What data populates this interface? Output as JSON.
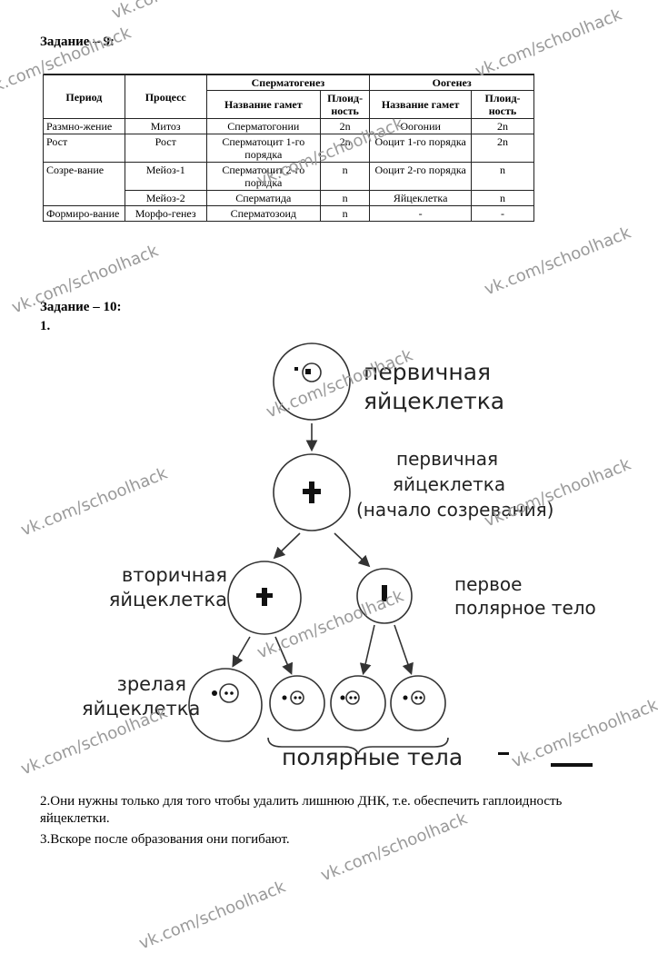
{
  "task9": {
    "title": "Задание – 9:"
  },
  "table": {
    "headers": {
      "period": "Период",
      "process": "Процесс",
      "spermatogenesis": "Сперматогенез",
      "oogenesis": "Оогенез",
      "gamete_name": "Название гамет",
      "ploidy": "Плоид-ность",
      "gamete_name2": "Название гамет",
      "ploidy2": "Плоид-ность"
    },
    "rows": [
      {
        "period": "Размно-жение",
        "process": "Митоз",
        "sperm": "Сперматогонии",
        "sperm_ploidy": "2n",
        "oo": "Оогонии",
        "oo_ploidy": "2n"
      },
      {
        "period": "Рост",
        "process": "Рост",
        "sperm": "Сперматоцит 1-го порядка",
        "sperm_ploidy": "2n",
        "oo": "Ооцит 1-го порядка",
        "oo_ploidy": "2n"
      },
      {
        "period": "Созре-вание",
        "process": "Мейоз-1",
        "sperm": "Сперматоцит 2-го порядка",
        "sperm_ploidy": "n",
        "oo": "Ооцит 2-го порядка",
        "oo_ploidy": "n"
      },
      {
        "process": "Мейоз-2",
        "sperm": "Сперматида",
        "sperm_ploidy": "n",
        "oo": "Яйцеклетка",
        "oo_ploidy": "n"
      },
      {
        "period": "Формиро-вание",
        "process": "Морфо-генез",
        "sperm": "Сперматозоид",
        "sperm_ploidy": "n",
        "oo": "-",
        "oo_ploidy": "-"
      }
    ]
  },
  "task10": {
    "title": "Задание – 10:",
    "item1": "1."
  },
  "diagram": {
    "primary_egg": "первичная яйцеклетка",
    "primary_egg_maturing_line1": "первичная",
    "primary_egg_maturing_line2": "яйцеклетка",
    "primary_egg_maturing_line3": "(начало созревания)",
    "secondary_egg": "вторичная яйцеклетка",
    "first_polar_body": "первое полярное тело",
    "mature_egg": "зрелая яйцеклетка",
    "polar_bodies": "полярные тела"
  },
  "answers": {
    "a2": "2.Они нужны только для того чтобы удалить лишнюю ДНК, т.е. обеспечить гаплоидность яйцеклетки.",
    "a3": "3.Вскоре после образования они погибают."
  },
  "watermark": "vk.com/schoolhack"
}
